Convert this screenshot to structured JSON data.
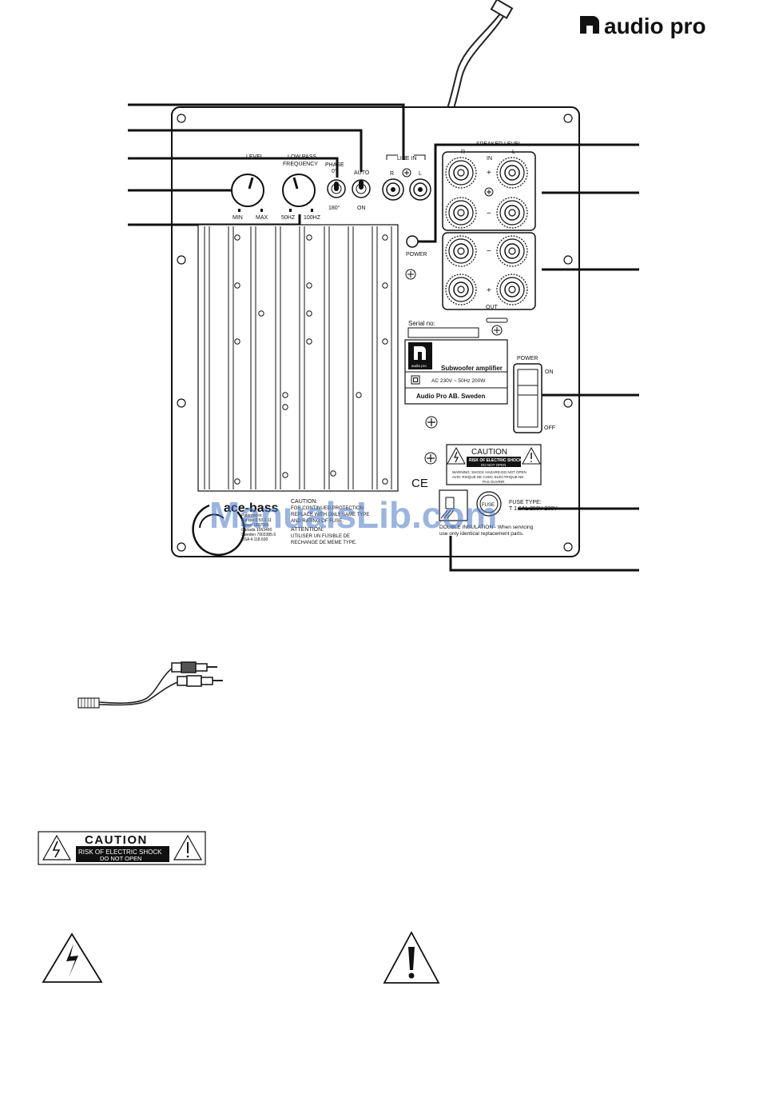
{
  "brand": {
    "name": "audio pro"
  },
  "panel": {
    "level_label": "LEVEL",
    "level_min": "MIN",
    "level_max": "MAX",
    "lowpass_label1": "LOW PASS",
    "lowpass_label2": "FREQUENCY",
    "lowpass_min": "50HZ",
    "lowpass_max": "100HZ",
    "phase_label": "PHASE",
    "phase_0": "0°",
    "phase_180": "180°",
    "auto_label": "AUTO",
    "auto_on": "ON",
    "line_in_label": "LINE IN",
    "line_r": "R",
    "line_l": "L",
    "speaker_level_label": "SPEAKER LEVEL",
    "spk_r": "R",
    "spk_l": "L",
    "spk_in": "IN",
    "spk_out": "OUT",
    "plus": "+",
    "minus": "−",
    "power_led_label": "POWER",
    "serial_label": "Serial no:",
    "power_switch_label": "POWER",
    "power_on": "ON",
    "power_off": "OFF"
  },
  "rating_plate": {
    "logo_text": "audio pro",
    "product": "Subwoofer amplifier",
    "rating": "AC 230V  ~  50Hz 200W",
    "company": "Audio Pro AB. Sweden"
  },
  "caution_label": {
    "title": "CAUTION",
    "line1": "RISK OF ELECTRIC SHOCK",
    "line2": "DO NOT OPEN",
    "warn1": "WARNING: SHOCK HAZARD-DO NOT OPEN",
    "warn2": "AVIS: RISQUE DE CHOC ELECTRIQUE-NE",
    "warn3": "PAS OUVRIR"
  },
  "ce_mark": "CE",
  "fuse": {
    "label": "FUSE",
    "type": "FUSE TYPE:",
    "rating": "T 1.6AL  250V  230V"
  },
  "insulation": {
    "line1": "DOUBLE INSULATION - When servicing",
    "line2": "use only identical replacement parts."
  },
  "ace_bass": {
    "logo": "ace-bass",
    "p1": "Patented in:",
    "p2": "Europe 0 50 1 11",
    "p3": "Japan 1897995",
    "p4": "Canada 1063490",
    "p5": "Sweden 7903385.6",
    "p6": "USA 4.118.600"
  },
  "panel_caution": {
    "title": "CAUTION:",
    "l1": "FOR CONTINUED PROTECTION",
    "l2": "REPLACE WITH ONLY SAME TYPE",
    "l3": "AND RATING OF FUSE.",
    "title2": "ATTENTION:",
    "l4": "UTILISER UN FUSIBLE DE",
    "l5": "RECHANGE DE MEME TYPE."
  },
  "caution_box": {
    "title": "CAUTION",
    "line1": "RISK OF ELECTRIC SHOCK",
    "line2": "DO NOT OPEN"
  },
  "watermark": "ManualsLib.com"
}
